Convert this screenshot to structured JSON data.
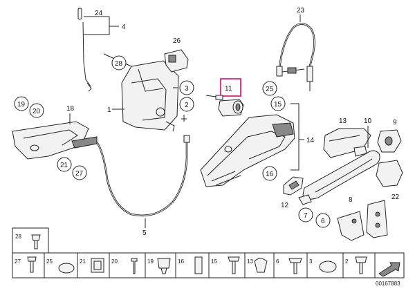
{
  "diagram": {
    "callouts": {
      "c1": "1",
      "c2": "2",
      "c3": "3",
      "c4": "4",
      "c5": "5",
      "c6": "6",
      "c7": "7",
      "c8": "8",
      "c9": "9",
      "c10": "10",
      "c11": "11",
      "c12": "12",
      "c13": "13",
      "c14": "14",
      "c15": "15",
      "c16": "16",
      "c18": "18",
      "c19": "19",
      "c20": "20",
      "c21": "21",
      "c22": "22",
      "c23": "23",
      "c24": "24",
      "c25": "25",
      "c26": "26",
      "c27": "27",
      "c28": "28"
    },
    "hardware_row": [
      "27",
      "25",
      "21",
      "20",
      "19",
      "16",
      "15",
      "13",
      "6",
      "3",
      "2"
    ],
    "hardware_top": "28",
    "part_number": "00167883",
    "highlight_color": "#e6007e"
  }
}
